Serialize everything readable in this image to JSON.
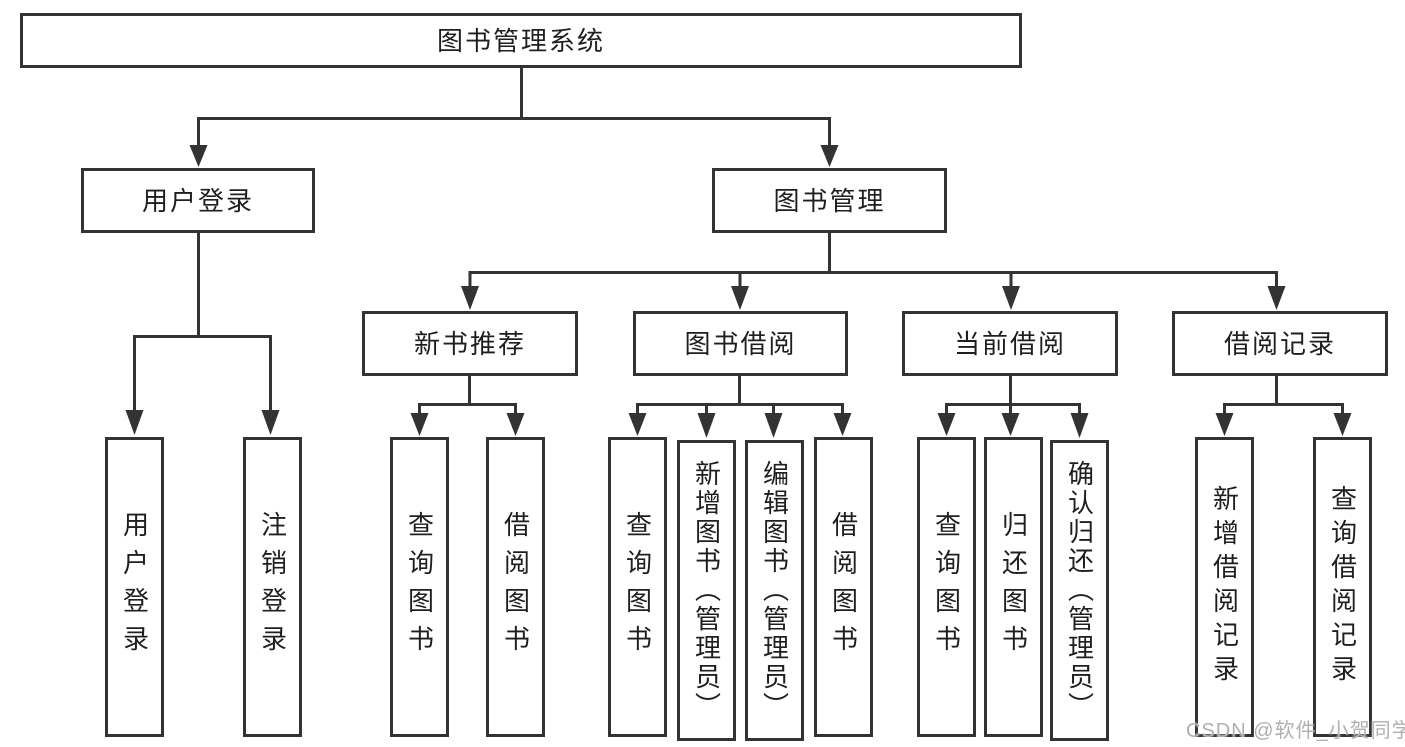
{
  "tree": {
    "root": {
      "label": "图书管理系统"
    },
    "branches": [
      {
        "label": "用户登录",
        "children": [
          {
            "label": "用户登录"
          },
          {
            "label": "注销登录"
          }
        ]
      },
      {
        "label": "图书管理",
        "children": [
          {
            "label": "新书推荐",
            "children": [
              {
                "label": "查询图书"
              },
              {
                "label": "借阅图书"
              }
            ]
          },
          {
            "label": "图书借阅",
            "children": [
              {
                "label": "查询图书"
              },
              {
                "label": "新增图书（管理员）"
              },
              {
                "label": "编辑图书（管理员）"
              },
              {
                "label": "借阅图书"
              }
            ]
          },
          {
            "label": "当前借阅",
            "children": [
              {
                "label": "查询图书"
              },
              {
                "label": "归还图书"
              },
              {
                "label": "确认归还（管理员）"
              }
            ]
          },
          {
            "label": "借阅记录",
            "children": [
              {
                "label": "新增借阅记录"
              },
              {
                "label": "查询借阅记录"
              }
            ]
          }
        ]
      }
    ]
  },
  "watermark": "CSDN @软件_小贺同学",
  "colors": {
    "line": "#333333",
    "text": "#1f1f1f",
    "background": "#ffffff",
    "watermark": "#b0b0b0"
  }
}
